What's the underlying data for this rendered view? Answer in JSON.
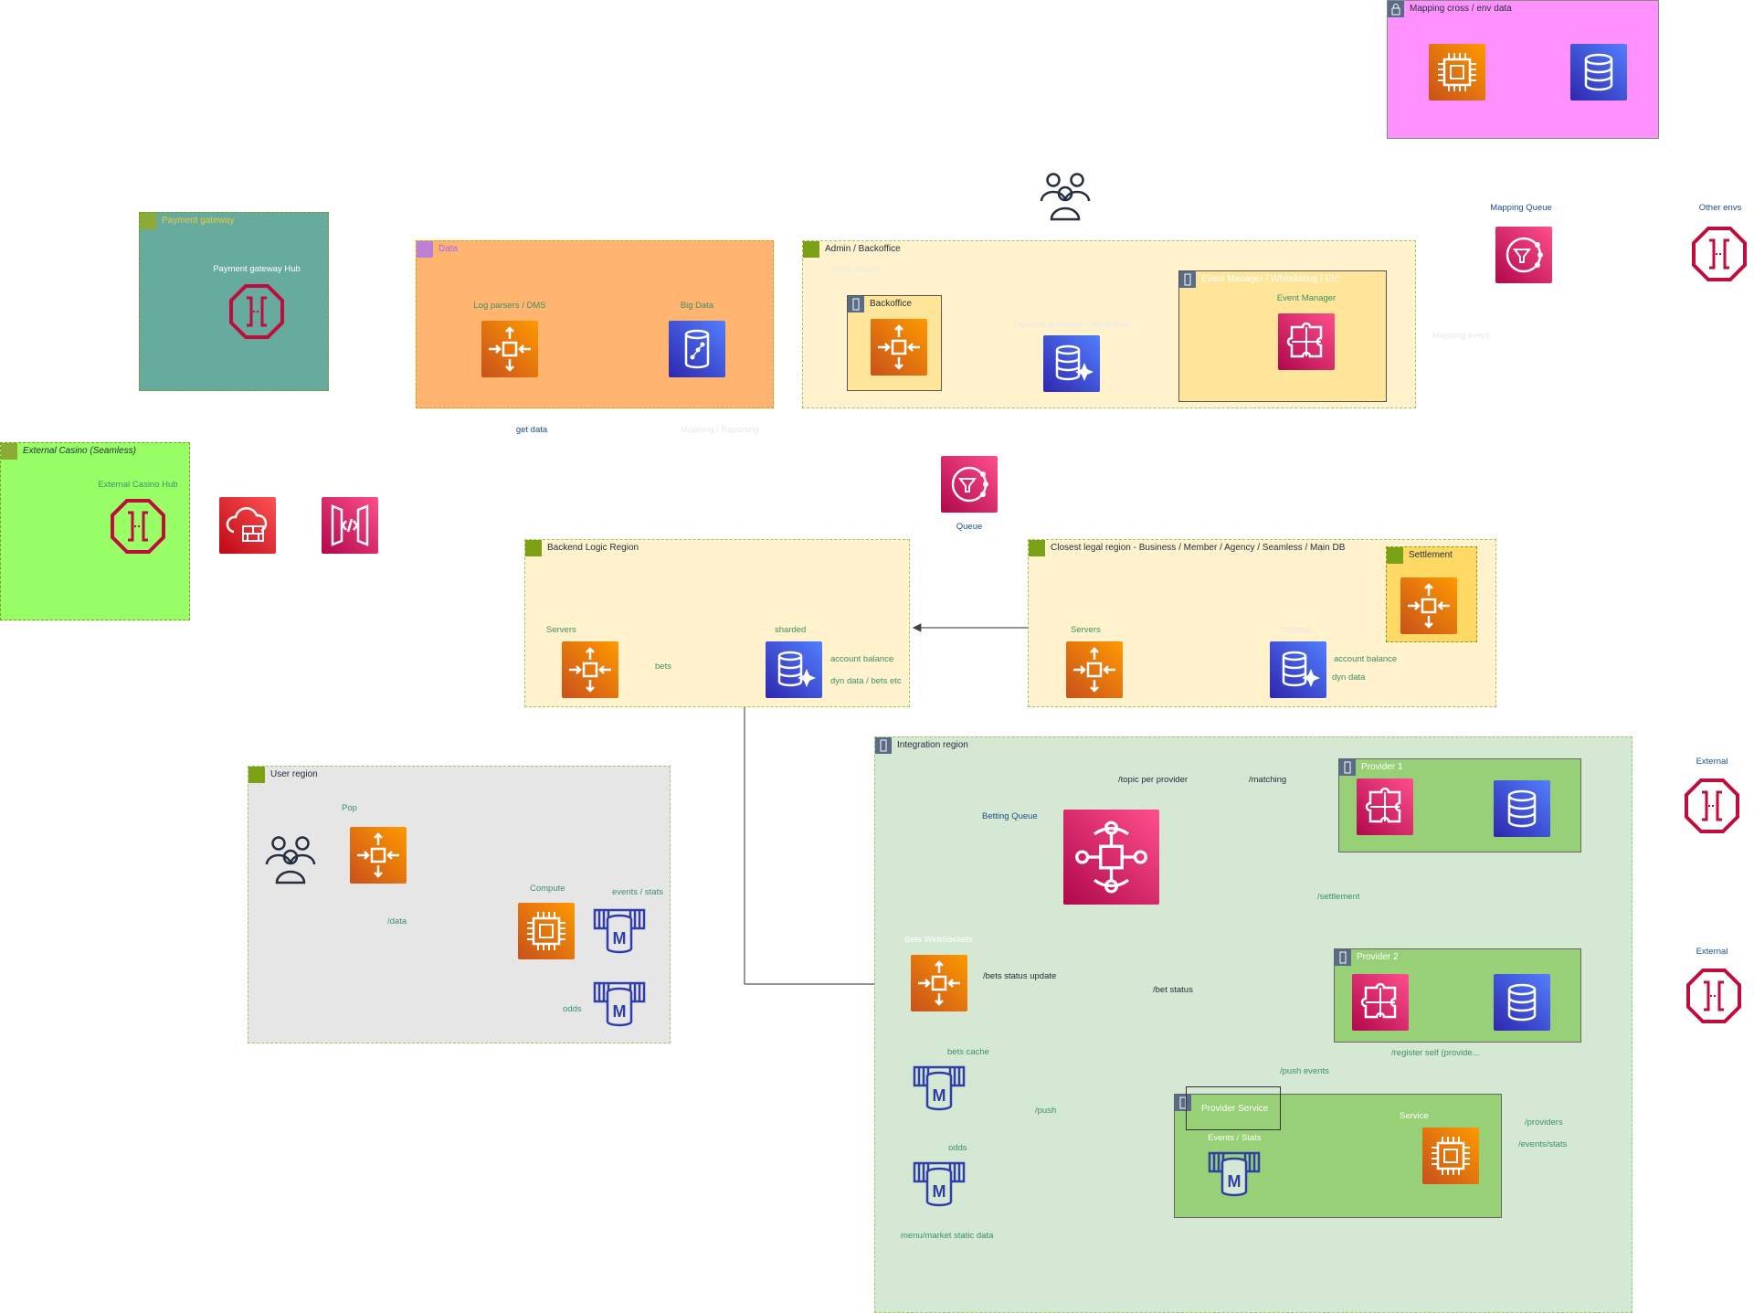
{
  "groups": {
    "mapping": {
      "title": "Mapping cross / env data"
    },
    "payment": {
      "title": "Payment gateway",
      "hub_label": "Payment gateway Hub"
    },
    "data": {
      "title": "Data",
      "log_label": "Log parsers / DMS",
      "bigdata_label": "Big Data"
    },
    "admin": {
      "title": "Admin / Backoffice",
      "other_label": "other region",
      "backoffice_title": "Backoffice",
      "db_label": "Dynamo database / Meta data",
      "event_group_title": "Event Manager / Whitelisting / Etc",
      "event_label": "Event Manager"
    },
    "external_casino": {
      "title": "External Casino (Seamless)",
      "hub_label": "External Casino Hub"
    },
    "backend": {
      "title": "Backend Logic Region",
      "servers_label": "Servers",
      "sharded_label": "sharded",
      "bets_label": "bets",
      "account_label": "account balance",
      "dyn_label": "dyn data / bets etc"
    },
    "legal": {
      "title": "Closest legal region - Business / Member / Agency / Seamless / Main DB",
      "servers_label": "Servers",
      "sharded_label": "sharded",
      "account_label": "account balance",
      "dyn_label": "dyn data",
      "settlement_title": "Settlement"
    },
    "integration": {
      "title": "Integration region",
      "topic_label": "/topic per provider",
      "matching_label": "/matching",
      "betting_queue_label": "Betting Queue",
      "settlement_label": "/settlement",
      "bets_ws_label": "Bets WebSockets",
      "bets_status_update_label": "/bets status update",
      "bet_status_label": "/bet status",
      "bets_cache_label": "bets cache",
      "push_label": "/push",
      "odds_label": "odds",
      "menu_label": "menu/market static data",
      "push_events_label": "/push events",
      "register_label": "/register self (provide...",
      "providers_label": "/providers",
      "events_stats_label": "/events/stats"
    },
    "provider1": {
      "title": "Provider 1"
    },
    "provider2": {
      "title": "Provider 2"
    },
    "provider_service": {
      "title": "Provider Service",
      "service_label": "Service",
      "events_label": "Events / Stats"
    },
    "user": {
      "title": "User region",
      "pop_label": "Pop",
      "compute_label": "Compute",
      "events_label": "events / stats",
      "data_label": "/data",
      "odds_label": "odds"
    }
  },
  "free_labels": {
    "mapping_queue": "Mapping Queue",
    "other_envs": "Other envs",
    "queue": "Queue",
    "get_data": "get data",
    "external_1": "External",
    "external_2": "External",
    "faint_mid": "Mapping / Reporting",
    "faint_right": "Mapping event"
  },
  "colors": {
    "mapping_bg": "#ff91ff",
    "payment_bg": "#67ab9f",
    "data_bg": "#ffb570",
    "region_bg": "#fff2cc",
    "backoffice_bg": "#ffe599",
    "external_casino_bg": "#99ff66",
    "integration_bg": "#d5e8d4",
    "provider_bg": "#97d077",
    "user_bg": "#e6e6e6",
    "settlement_bg": "#ffd966"
  }
}
